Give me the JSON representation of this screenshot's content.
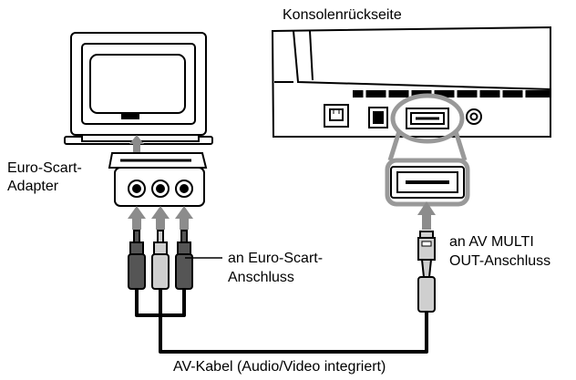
{
  "labels": {
    "console_back": "Konsolenrückseite",
    "adapter_line1": "Euro-Scart-",
    "adapter_line2": "Adapter",
    "scart_line1": "an Euro-Scart-",
    "scart_line2": "Anschluss",
    "av_multi_line1": "an AV MULTI",
    "av_multi_line2": "OUT-Anschluss",
    "cable": "AV-Kabel (Audio/Video integriert)"
  },
  "colors": {
    "line": "#000000",
    "arrow": "#8c8c8c",
    "dark_plug": "#555555",
    "light_plug": "#cfcfcf",
    "panel": "#ffffff"
  }
}
